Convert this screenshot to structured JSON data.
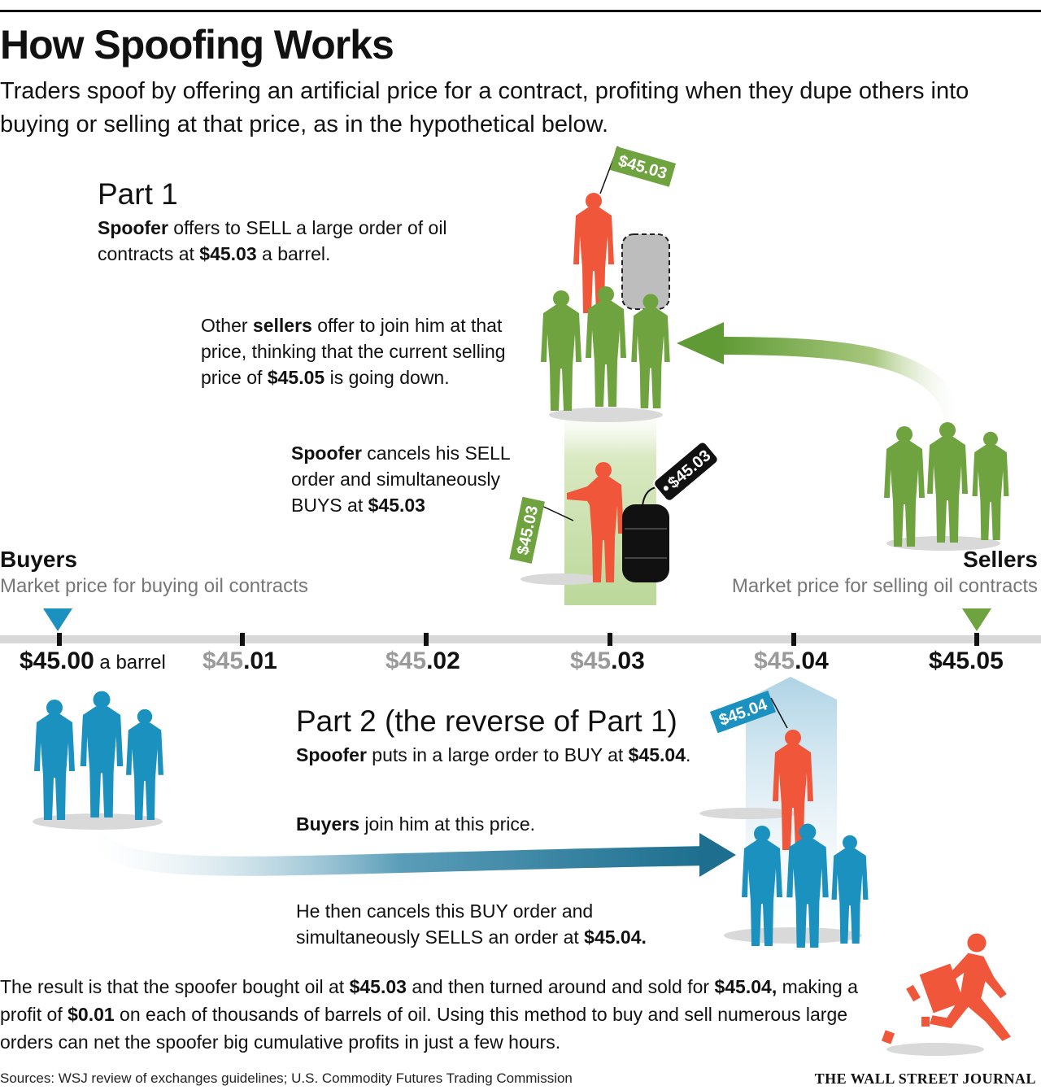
{
  "header": {
    "title": "How Spoofing Works",
    "subtitle": "Traders spoof by offering an artificial price for a contract, profiting when they dupe others into buying or selling at that price, as in the hypothetical below."
  },
  "part1": {
    "heading": "Part 1",
    "step1": {
      "bold": "Spoofer",
      "text1": " offers to SELL a large order of oil contracts at ",
      "price": "$45.03",
      "text2": " a barrel."
    },
    "step2": {
      "text1": "Other ",
      "bold": "sellers",
      "text2": " offer to join him at that price, thinking that the current selling price of ",
      "price": "$45.05",
      "text3": " is going down."
    },
    "step3": {
      "bold": "Spoofer",
      "text1": " cancels his SELL order and simultaneously BUYS at ",
      "price": "$45.03"
    }
  },
  "part2": {
    "heading": "Part 2 (the reverse of Part 1)",
    "step1": {
      "bold": "Spoofer",
      "text1": " puts in a large order to BUY at ",
      "price": "$45.04",
      "text2": "."
    },
    "step2": {
      "bold": "Buyers",
      "text1": " join him at this price."
    },
    "step3": {
      "text1": "He then cancels this BUY order and simultaneously SELLS an order at ",
      "price": "$45.04."
    }
  },
  "buyers": {
    "label": "Buyers",
    "sublabel": "Market price for buying oil contracts"
  },
  "sellers": {
    "label": "Sellers",
    "sublabel": "Market price for selling oil contracts"
  },
  "price_scale": [
    {
      "dim": "",
      "main": "$45.00",
      "suffix": " a barrel"
    },
    {
      "dim": "$45",
      "main": ".01",
      "suffix": ""
    },
    {
      "dim": "$45",
      "main": ".02",
      "suffix": ""
    },
    {
      "dim": "$45",
      "main": ".03",
      "suffix": ""
    },
    {
      "dim": "$45",
      "main": ".04",
      "suffix": ""
    },
    {
      "dim": "",
      "main": "$45.05",
      "suffix": ""
    }
  ],
  "tags": {
    "flag_part1": "$45.03",
    "barrel_tag": "$45.03",
    "vertical_flag": "$45.03",
    "flag_part2": "$45.04"
  },
  "conclusion": {
    "text1": "The result is that the spoofer bought oil at ",
    "price1": "$45.03",
    "text2": " and then turned around and sold for ",
    "price2": "$45.04,",
    "text3": " making a profit of ",
    "profit": "$0.01",
    "text4": " on each of thousands of barrels of oil. Using this method to buy and sell numerous large orders can net the spoofer big cumulative profits in just a few hours."
  },
  "footer": {
    "sources": "Sources: WSJ review of exchanges guidelines; U.S. Commodity Futures Trading Commission",
    "brand": "THE WALL STREET JOURNAL"
  },
  "colors": {
    "spoofer": "#f0563a",
    "sellers": "#6ea33f",
    "buyers": "#1b91bf",
    "tag_green": "#6ea33f",
    "tag_blue": "#1b91bf",
    "axis": "#d8d8d8"
  }
}
